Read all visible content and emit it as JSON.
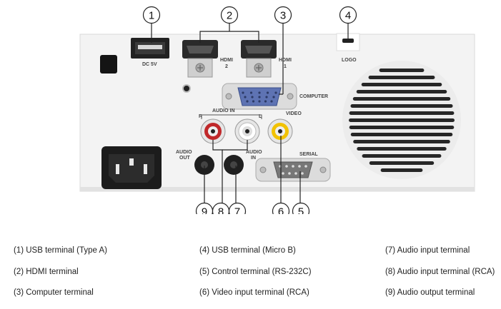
{
  "panel": {
    "labels": {
      "dc5v": "DC 5V",
      "hdmi2_top": "HDMI",
      "hdmi2_bottom": "2",
      "hdmi1_top": "HDMI",
      "hdmi1_bottom": "1",
      "logo": "LOGO",
      "computer": "COMPUTER",
      "video": "VIDEO",
      "audio_in_rca": "AUDIO IN",
      "audio_in_r": "R",
      "audio_in_l": "L",
      "audio_out_top": "AUDIO",
      "audio_out_bottom": "OUT",
      "audio_in2_top": "AUDIO",
      "audio_in2_bottom": "IN",
      "serial": "SERIAL"
    },
    "colors": {
      "panel": "#f4f4f4",
      "vga": "#6b7fb8",
      "rca_red": "#c0282a",
      "rca_white": "#ffffff",
      "rca_yellow": "#f2c200",
      "jack": "#2b2b2b"
    }
  },
  "callouts": [
    "1",
    "2",
    "3",
    "4",
    "5",
    "6",
    "7",
    "8",
    "9"
  ],
  "legend": [
    [
      "(1) USB terminal (Type A)",
      "(4) USB terminal (Micro B)",
      "(7) Audio input terminal"
    ],
    [
      "(2) HDMI terminal",
      "(5) Control terminal (RS-232C)",
      "(8) Audio input terminal (RCA)"
    ],
    [
      "(3) Computer terminal",
      "(6) Video input terminal (RCA)",
      "(9) Audio output terminal"
    ]
  ]
}
